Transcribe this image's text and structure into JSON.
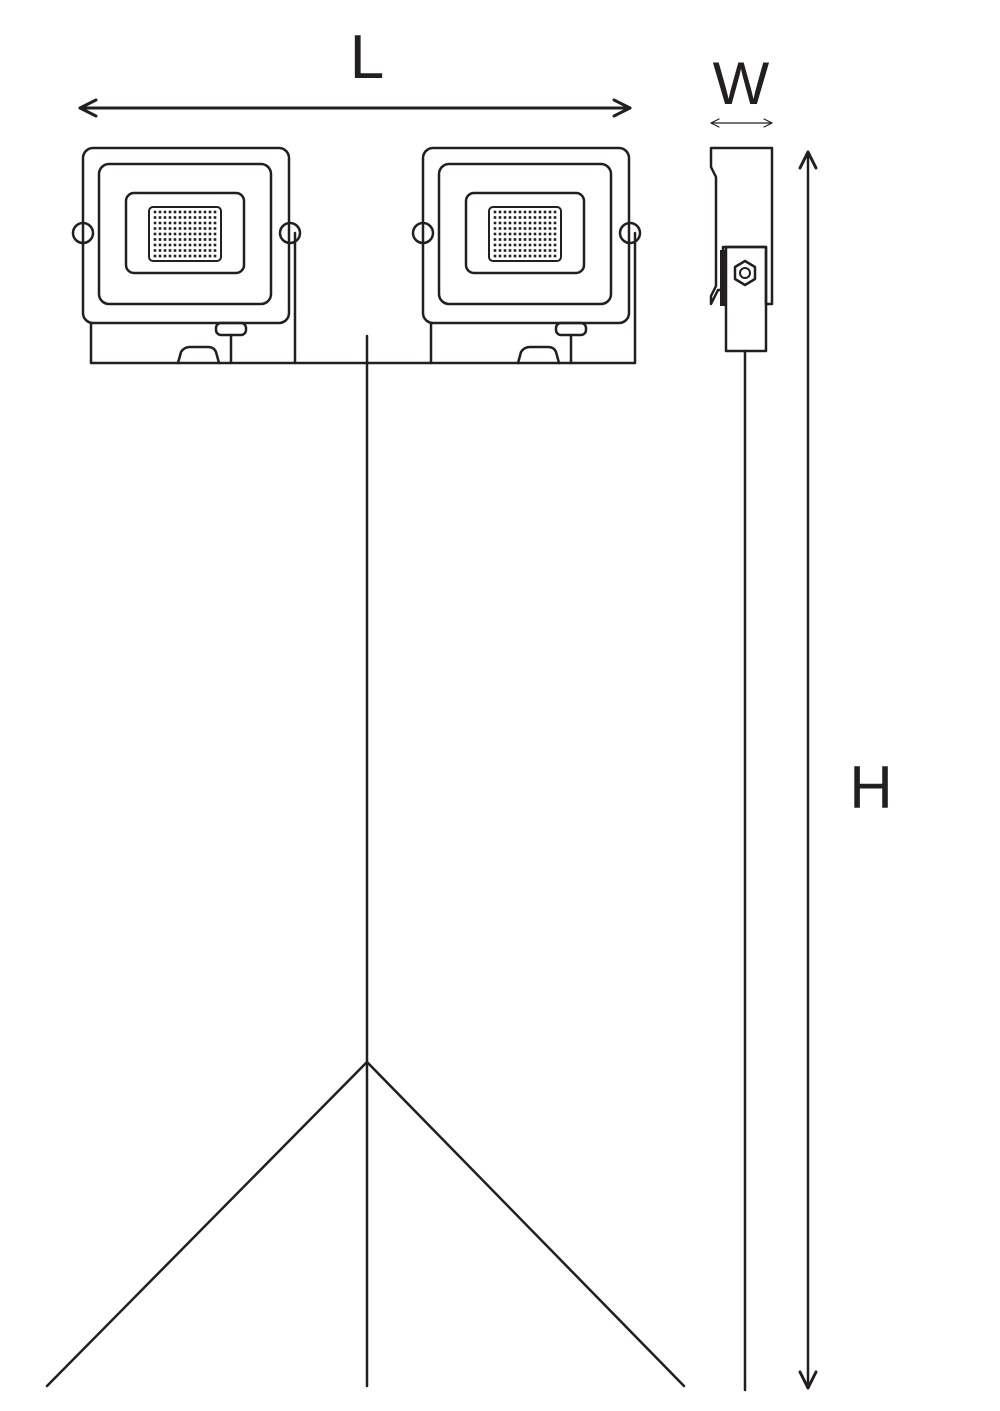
{
  "labels": {
    "length": "L",
    "width": "W",
    "height": "H"
  },
  "colors": {
    "line": "#231f20",
    "background": "#ffffff"
  },
  "led_grid": {
    "rows": 9,
    "cols": 13
  }
}
